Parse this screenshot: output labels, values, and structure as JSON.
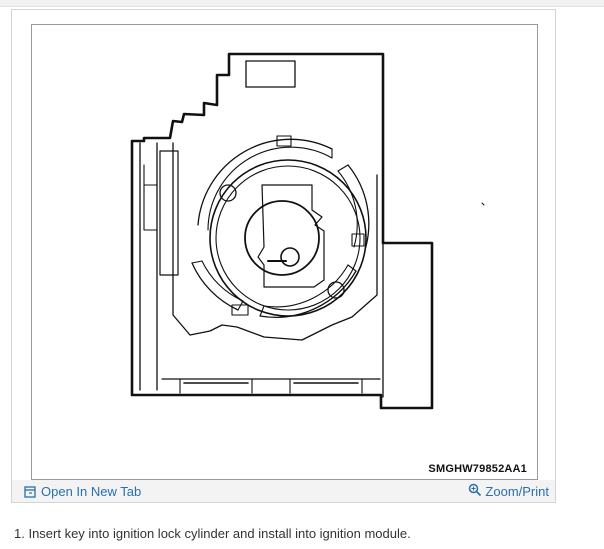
{
  "figure": {
    "code": "SMGHW79852AA1",
    "open_in_new_tab": "Open In New Tab",
    "zoom_print": "Zoom/Print"
  },
  "icons": {
    "open": "open-new-tab-icon",
    "zoom": "zoom-icon"
  },
  "colors": {
    "link": "#2a6fb0",
    "toolbar": "#f3f3f3"
  },
  "step": {
    "text": "1. Insert key into ignition lock cylinder and install into ignition module."
  }
}
